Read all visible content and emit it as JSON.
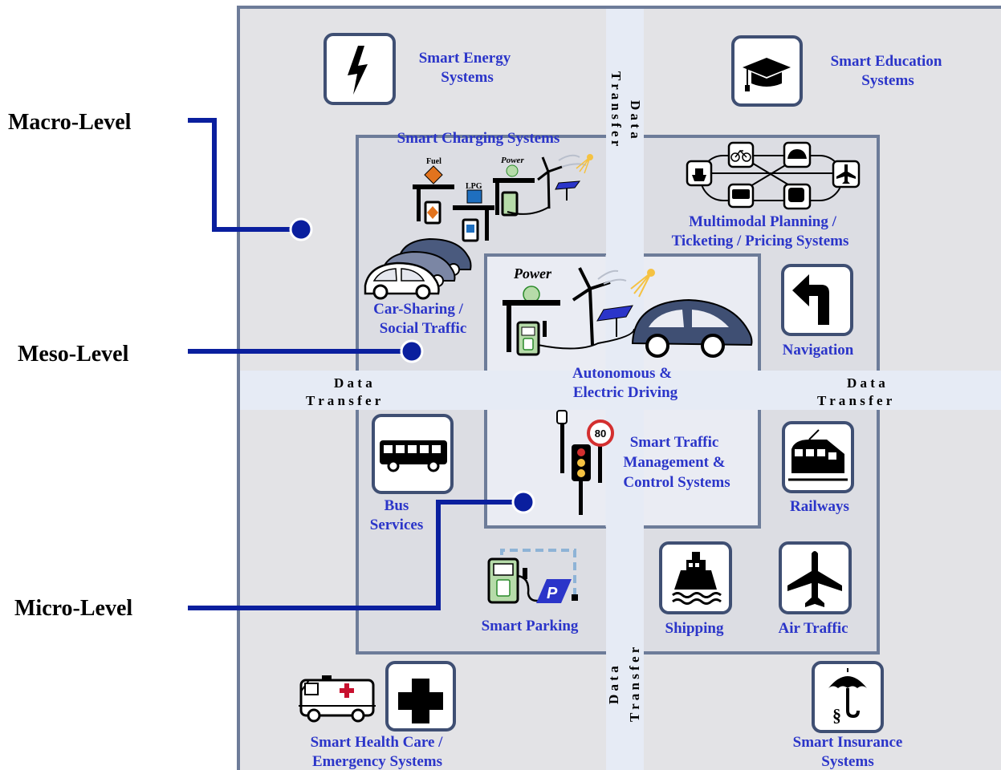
{
  "levels": {
    "macro": "Macro-Level",
    "meso": "Meso-Level",
    "micro": "Micro-Level"
  },
  "data_transfer": {
    "line1": "D a t a",
    "line2": "T r a n s f e r"
  },
  "macro": {
    "energy": [
      "Smart Energy",
      "Systems"
    ],
    "education": [
      "Smart Education",
      "Systems"
    ],
    "health": [
      "Smart Health Care /",
      "Emergency Systems"
    ],
    "insurance": [
      "Smart Insurance",
      "Systems"
    ]
  },
  "meso": {
    "charging": "Smart Charging Systems",
    "carsharing": [
      "Car-Sharing /",
      "Social Traffic"
    ],
    "multimodal": [
      "Multimodal Planning /",
      "Ticketing / Pricing Systems"
    ],
    "navigation": "Navigation",
    "bus": [
      "Bus",
      "Services"
    ],
    "railways": "Railways",
    "parking": "Smart Parking",
    "shipping": "Shipping",
    "air": "Air Traffic"
  },
  "micro": {
    "autonomous": [
      "Autonomous &",
      "Electric Driving"
    ],
    "traffic": [
      "Smart Traffic",
      "Management &",
      "Control Systems"
    ]
  },
  "station_labels": {
    "fuel": "Fuel",
    "lpg": "LPG",
    "power": "Power",
    "speed": "80",
    "parking_sign": "P",
    "insurance_symbol": "§"
  },
  "colors": {
    "label_blue": "#2b35c9",
    "connector_blue": "#0a1f9e",
    "frame": "#6d7c99",
    "outer_fill": "#e3e3e6",
    "inner_fill": "#eaecf3",
    "band": "#e6ebf5",
    "icon_fill": "#3f4f73"
  },
  "icons": [
    "lightning-icon",
    "graduation-cap-icon",
    "ambulance-icon",
    "medical-cross-icon",
    "umbrella-icon",
    "fuel-station-icon",
    "lpg-station-icon",
    "charging-station-icon",
    "wind-turbine-icon",
    "solar-panel-icon",
    "car-icon",
    "multimodal-network-icon",
    "turn-left-arrow-icon",
    "bus-icon",
    "train-icon",
    "ship-icon",
    "airplane-icon",
    "parking-icon",
    "traffic-light-icon",
    "speed-limit-sign-icon"
  ]
}
